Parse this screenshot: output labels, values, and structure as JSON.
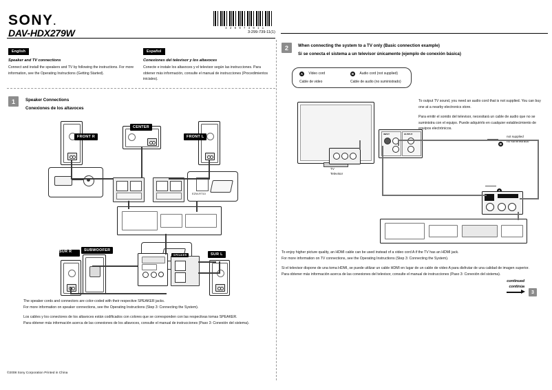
{
  "header": {
    "brand": "SONY",
    "model": "DAV-HDX279W",
    "barcode_digits": "3 2 9 9 7 3 9 1 1",
    "part_number": "3-299-739-11(1)"
  },
  "left_panel": {
    "english": {
      "tag": "English",
      "heading": "Speaker and TV connections",
      "body": "Connect and install the speakers and TV by following the instructions. For more information, see the Operating Instructions (Getting Started)."
    },
    "spanish": {
      "tag": "Español",
      "heading": "Conexiones del televisor y los altavoces",
      "body": "Conecte e instale los altavoces y el televisor según las instrucciones. Para obtener más información, consulte el manual de instrucciones (Procedimientos iniciales)."
    },
    "step": {
      "number": "1",
      "title_en": "Speaker Connections",
      "title_es": "Conexiones de los altavoces"
    },
    "diagram_labels": {
      "front_r": "FRONT R",
      "center": "CENTER",
      "front_l": "FRONT L",
      "subwoofer": "SUBWOOFER",
      "sur_r": "SUR R",
      "sur_l": "SUR L",
      "wireless_module_1": "EZW-RT10",
      "wireless_module_2": "EZW-RT10",
      "speaker_terminal": "SPEAKER"
    },
    "notes": {
      "en_line1": "The speaker cords and connectors are color-coded with their respective SPEAKER jacks.",
      "en_line2": "For more information on speaker connections, see the Operating Instructions (Step 3: Connecting the System).",
      "es_line1": "Los cables y los conectores de los altavoces están codificados con colores que se corresponden con las respectivas tomas SPEAKER.",
      "es_line2": "Para obtener más información acerca de las conexiones de los altavoces, consulte el manual de instrucciones (Paso 3: Conexión del sistema)."
    }
  },
  "right_panel": {
    "step": {
      "number": "2",
      "title_en": "When connecting the system to a TV only (Basic connection example)",
      "title_es": "Si se conecta el sistema a un televisor únicamente (ejemplo de conexión básica)"
    },
    "legend": {
      "a_mark": "A",
      "a_en": "Video cord",
      "a_es": "Cable de video",
      "b_mark": "B",
      "b_en": "Audio cord (not supplied)",
      "b_es": "Cable de audio (no suministrado)"
    },
    "note_top": {
      "en": "To output TV sound, you need an audio cord that is not supplied. You can buy one at a nearby electronics store.",
      "es": "Para emitir el sonido del televisor, necesitará un cable de audio que no se suministra con el equipo. Puede adquirirlo en cualquier establecimiento de equipos electrónicos."
    },
    "diagram_labels": {
      "tv_en": "TV",
      "tv_es": "Televisor",
      "not_supplied_en": "not supplied",
      "not_supplied_es": "no suministrado",
      "input_label": "INPUT",
      "output_label": "OUTPUT",
      "video_label": "VIDEO",
      "audio_label": "AUDIO"
    },
    "note_bottom": {
      "en_line1": "To enjoy higher picture quality, an HDMI cable can be used instead of a video cord A if the TV has an HDMI jack.",
      "en_line2": "For more information on TV connections, see the Operating Instructions (Step 3: Connecting the System).",
      "es_line1": "Si el televisor dispone de una toma HDMI, se puede utilizar un cable HDMI en lugar de un cable de video A para disfrutar de una calidad de imagen superior.",
      "es_line2": "Para obtener más información acerca de las conexiones del televisor, consulte el manual de instrucciones (Paso 3: Conexión del sistema)."
    },
    "continued": {
      "en": "continued",
      "es": "continúa",
      "page": "3"
    }
  },
  "footer": {
    "copyright": "©2008 Sony Corporation   Printed in China"
  }
}
